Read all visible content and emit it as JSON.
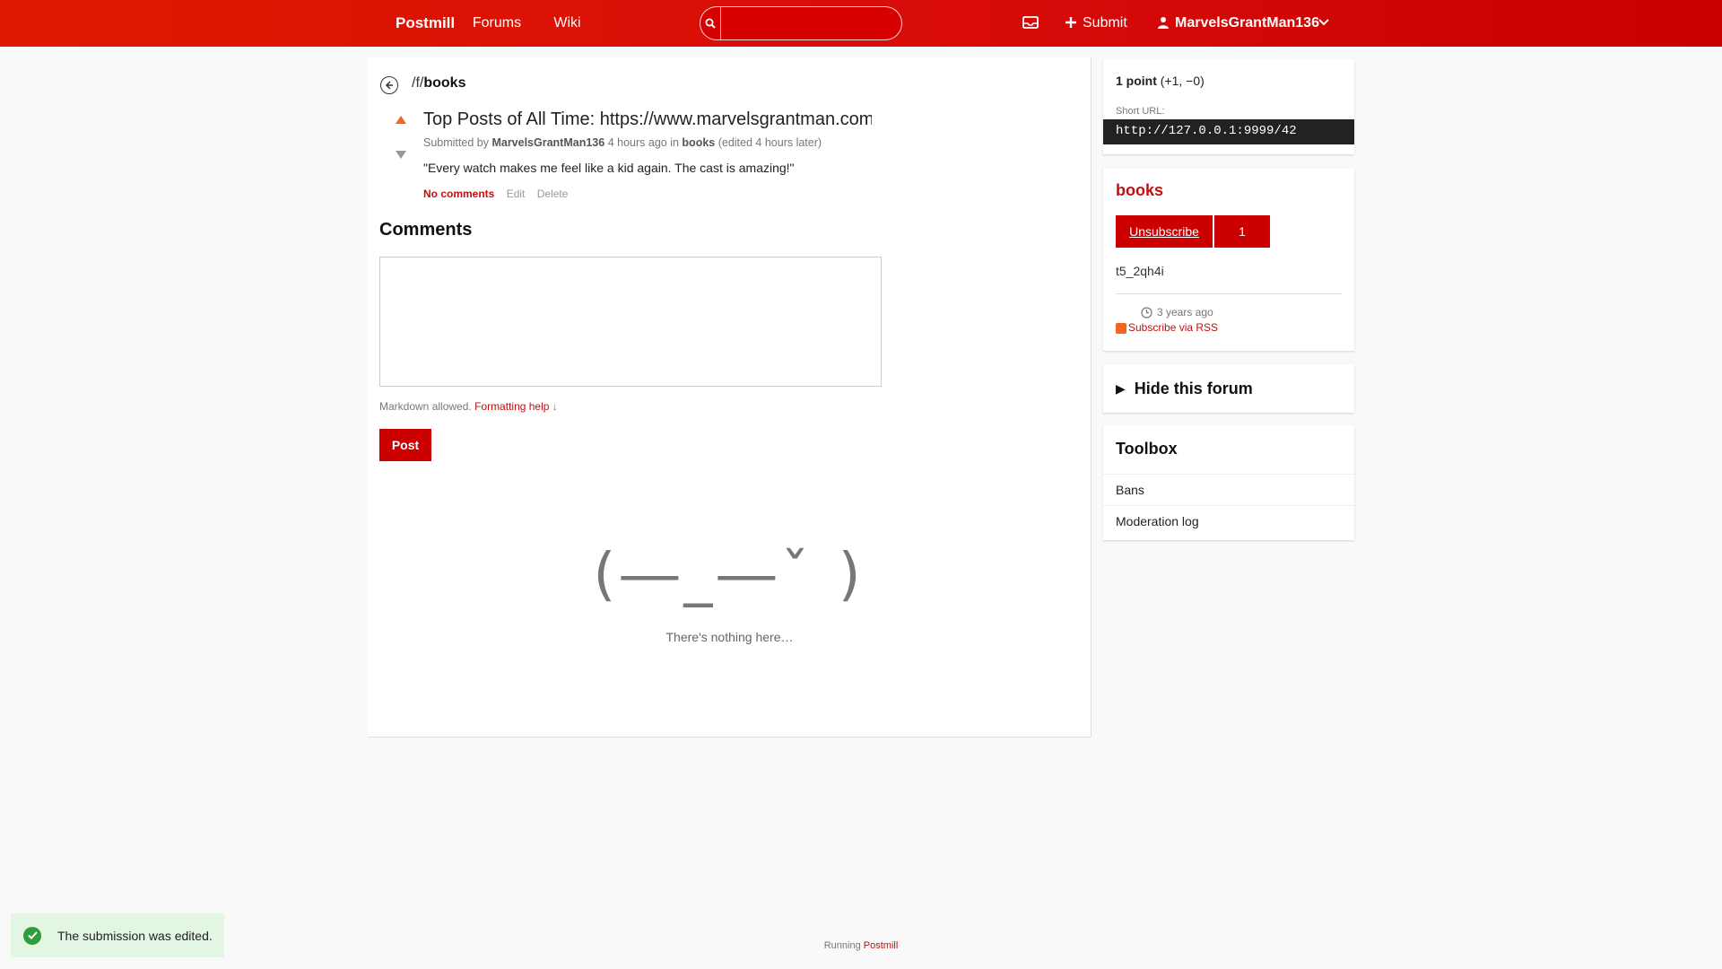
{
  "header": {
    "brand": "Postmill",
    "forums_label": "Forums",
    "wiki_label": "Wiki",
    "search_placeholder": "",
    "submit_label": "Submit",
    "username": "MarvelsGrantMan136"
  },
  "breadcrumb": {
    "prefix": "/f/",
    "forum": "books"
  },
  "post": {
    "title": "Top Posts of All Time: https://www.marvelsgrantman.com/",
    "meta_submitted_by": "Submitted by",
    "author": "MarvelsGrantMan136",
    "meta_time": "4 hours ago in",
    "forum": "books",
    "meta_edited": "(edited 4 hours later)",
    "body": "\"Every watch makes me feel like a kid again. The cast is amazing!\"",
    "comments_link": "No comments",
    "edit_link": "Edit",
    "delete_link": "Delete"
  },
  "comments": {
    "heading": "Comments",
    "markdown_note": "Markdown allowed.",
    "formatting_help": "Formatting help",
    "formatting_help_arrow": "↓",
    "post_button": "Post",
    "empty_face": "(―_―ˇ )",
    "empty_text": "There's nothing here…"
  },
  "sidebar": {
    "score_points": "1 point",
    "score_detail": "(+1, −0)",
    "short_url_label": "Short URL:",
    "short_url": "http://127.0.0.1:9999/42",
    "forum_name": "books",
    "unsubscribe_label": "Unsubscribe",
    "subscriber_count": "1",
    "forum_id": "t5_2qh4i",
    "created": "3 years ago",
    "rss_label": "Subscribe via RSS",
    "hide_forum_label": "Hide this forum",
    "toolbox_heading": "Toolbox",
    "toolbox_items": [
      "Bans",
      "Moderation log"
    ]
  },
  "toast": {
    "message": "The submission was edited."
  },
  "footer": {
    "running_prefix": "Running",
    "running_link": "Postmill"
  },
  "colors": {
    "accent": "#cc0000",
    "header": "#d70a0a",
    "success": "#2e9e3a"
  }
}
